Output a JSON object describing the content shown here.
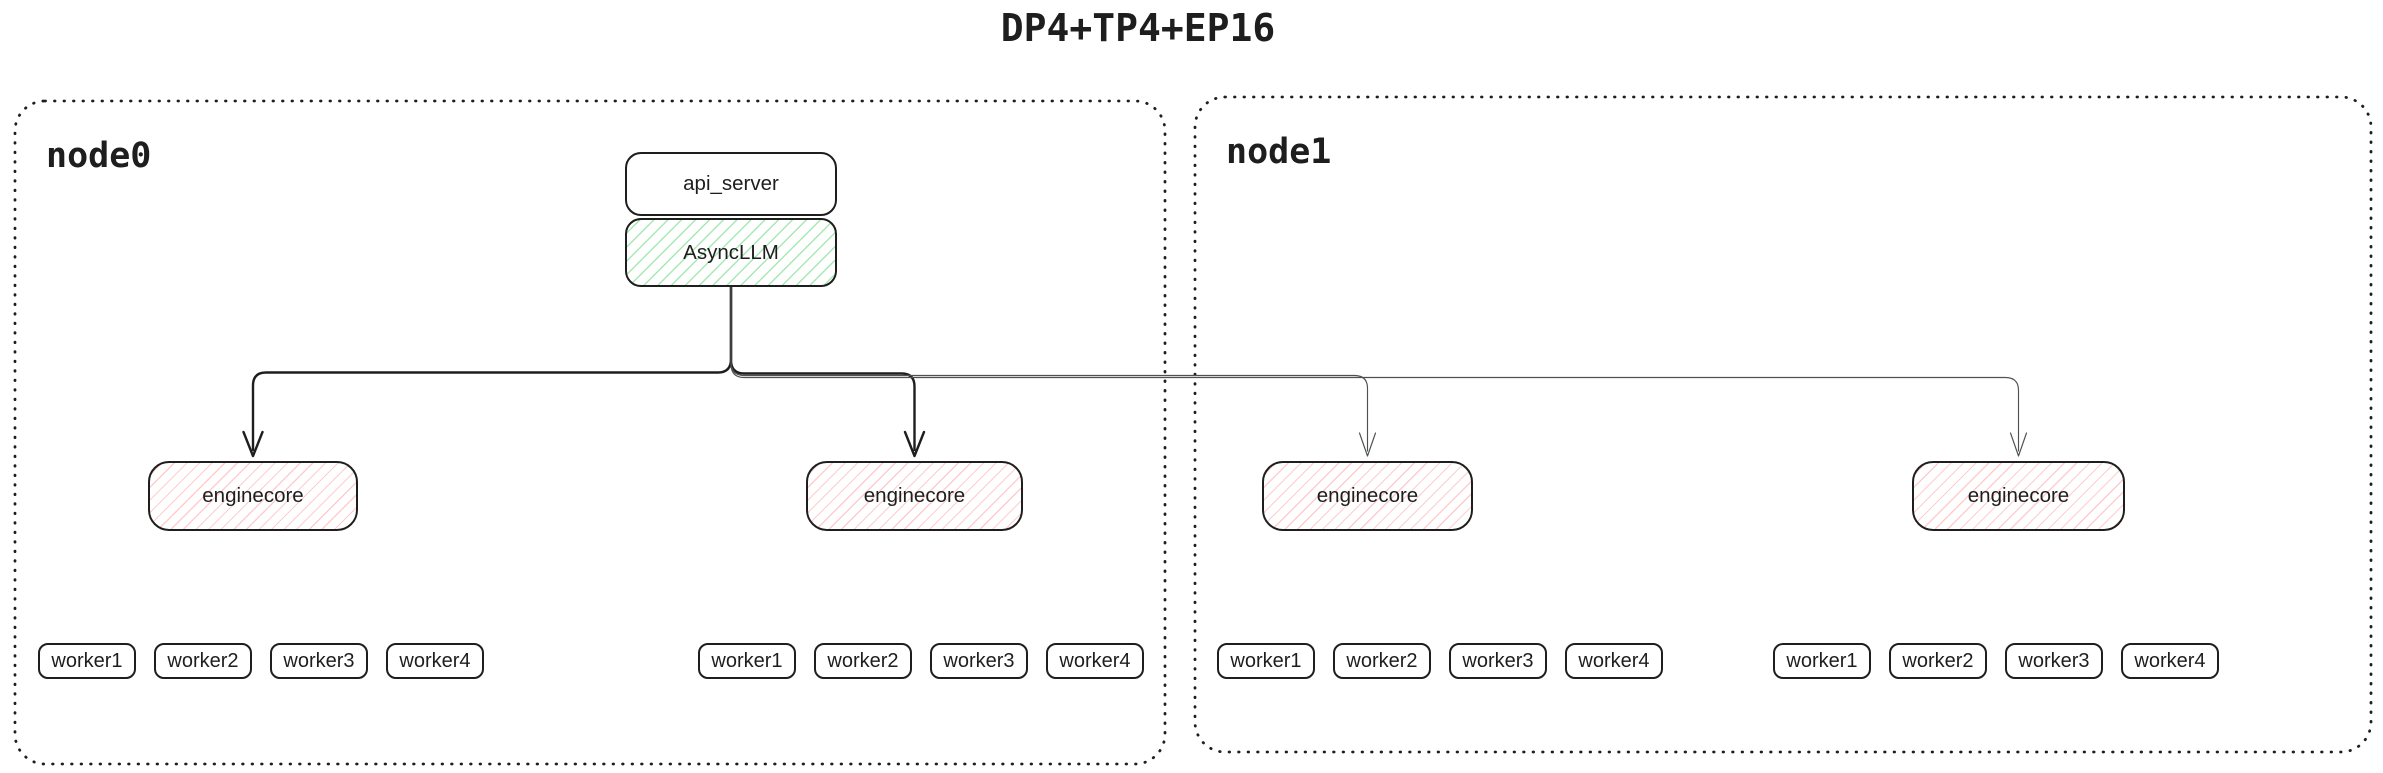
{
  "title": "DP4+TP4+EP16",
  "colors": {
    "ink": "#1e1e1e",
    "thin_line": "#505050",
    "green_hatch": "#a7e9b3",
    "red_hatch": "#ffcdcd"
  },
  "nodes": [
    {
      "label": "node0",
      "api_server_label": "api_server",
      "async_llm_label": "AsyncLLM",
      "enginecores": [
        {
          "label": "enginecore",
          "workers": [
            "worker1",
            "worker2",
            "worker3",
            "worker4"
          ]
        },
        {
          "label": "enginecore",
          "workers": [
            "worker1",
            "worker2",
            "worker3",
            "worker4"
          ]
        }
      ]
    },
    {
      "label": "node1",
      "enginecores": [
        {
          "label": "enginecore",
          "workers": [
            "worker1",
            "worker2",
            "worker3",
            "worker4"
          ]
        },
        {
          "label": "enginecore",
          "workers": [
            "worker1",
            "worker2",
            "worker3",
            "worker4"
          ]
        }
      ]
    }
  ]
}
